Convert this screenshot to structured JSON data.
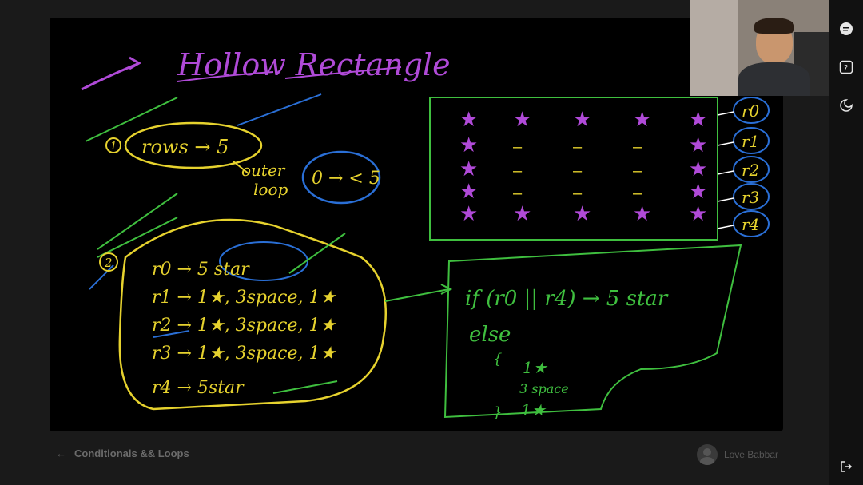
{
  "lesson": {
    "title": "Hollow Rectangle",
    "step1": {
      "num": "1",
      "text": "rows → 5",
      "note1": "outer",
      "note2": "loop",
      "range": "0 → < 5"
    },
    "grid": {
      "stars": "★",
      "dash": "–",
      "row_labels": [
        "r0",
        "r1",
        "r2",
        "r3",
        "r4"
      ]
    },
    "step2": {
      "num": "2",
      "lines": [
        "r0 → 5 star",
        "r1 → 1★, 3space, 1★",
        "r2 → 1★, 3space, 1★",
        "r3 → 1★, 3space, 1★",
        "r4 → 5star"
      ]
    },
    "logic": {
      "cond": "if (r0 || r4) → 5 star",
      "else": "else",
      "open": "{",
      "b1": "1★",
      "b2": "3 space",
      "b3": "1★",
      "close": "}"
    }
  },
  "footer": {
    "back_label": "Conditionals && Loops",
    "author": "Love Babbar"
  },
  "colors": {
    "yellow": "#e6d22e",
    "purple": "#b04ad8",
    "blue": "#2a6fd6",
    "green": "#3fbf3f"
  }
}
